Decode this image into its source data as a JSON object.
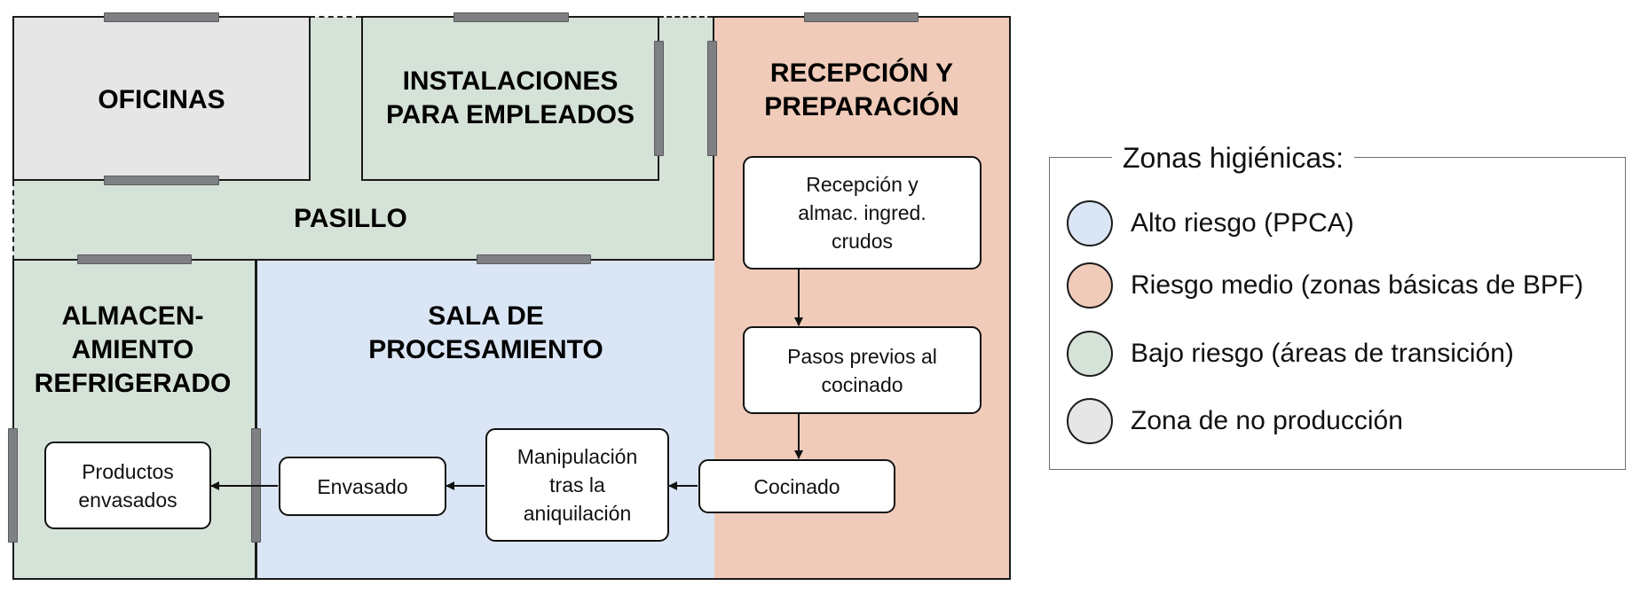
{
  "floor_plan": {
    "rooms": {
      "oficinas": {
        "title": "OFICINAS",
        "zone": "non_production"
      },
      "instalaciones": {
        "title": "INSTALACIONES\nPARA EMPLEADOS",
        "zone": "low_risk"
      },
      "pasillo": {
        "title": "PASILLO",
        "zone": "low_risk"
      },
      "recepcion": {
        "title": "RECEPCIÓN Y\nPREPARACIÓN",
        "zone": "medium_risk"
      },
      "almacenamiento": {
        "title": "ALMACEN-\nAMIENTO\nREFRIGERADO",
        "zone": "low_risk"
      },
      "procesamiento": {
        "title": "SALA DE\nPROCESAMIENTO",
        "zone": "high_risk"
      }
    },
    "steps": [
      {
        "id": "recepcion_almac",
        "label": "Recepción y\nalmac. ingred.\ncrudos"
      },
      {
        "id": "pasos_previos",
        "label": "Pasos previos al\ncocinado"
      },
      {
        "id": "cocinado",
        "label": "Cocinado"
      },
      {
        "id": "manipulacion",
        "label": "Manipulación\ntras la\naniquilación"
      },
      {
        "id": "envasado",
        "label": "Envasado"
      },
      {
        "id": "productos_envasados",
        "label": "Productos\nenvasados"
      }
    ],
    "flow": [
      [
        "recepcion_almac",
        "pasos_previos"
      ],
      [
        "pasos_previos",
        "cocinado"
      ],
      [
        "cocinado",
        "manipulacion"
      ],
      [
        "manipulacion",
        "envasado"
      ],
      [
        "envasado",
        "productos_envasados"
      ]
    ]
  },
  "legend": {
    "title": "Zonas higiénicas:",
    "items": [
      {
        "label": "Alto riesgo (PPCA)",
        "color": "#dae6f5"
      },
      {
        "label": "Riesgo medio (zonas básicas de BPF)",
        "color": "#f0cbb9"
      },
      {
        "label": "Bajo riesgo (áreas de transición)",
        "color": "#d5e2d8"
      },
      {
        "label": "Zona de no producción",
        "color": "#e6e6e6"
      }
    ]
  },
  "colors": {
    "high_risk": "#dae6f5",
    "medium_risk": "#f0cbb9",
    "low_risk": "#d5e2d8",
    "non_production": "#e6e6e6",
    "door": "#7f8083"
  }
}
